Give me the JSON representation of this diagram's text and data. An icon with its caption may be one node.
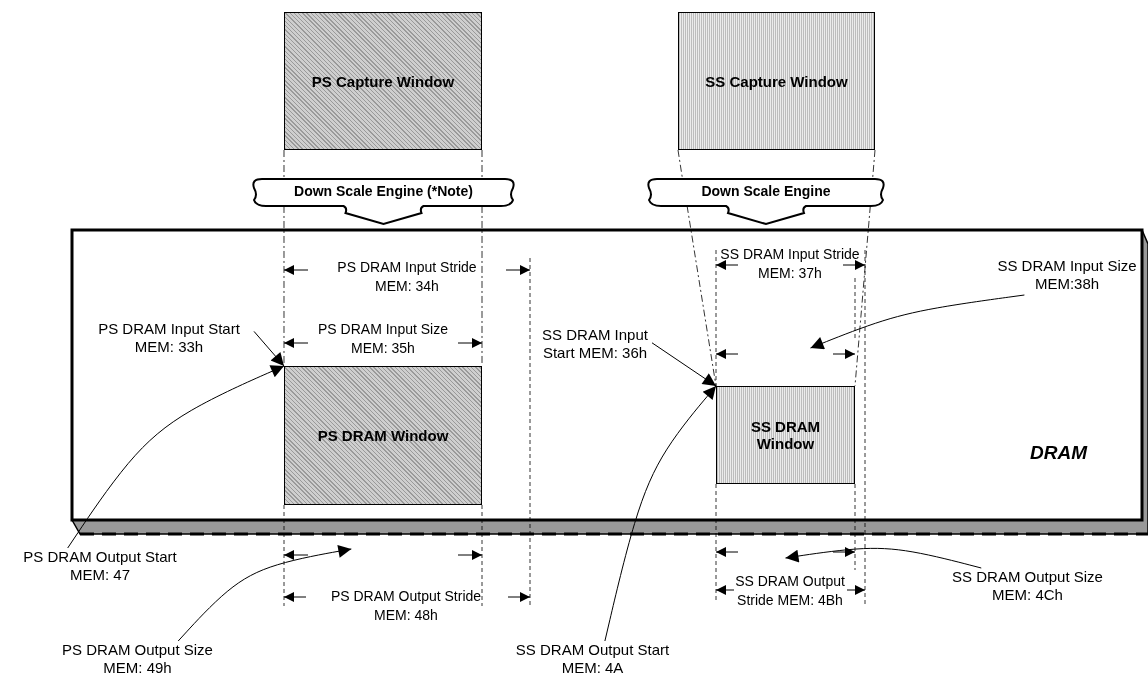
{
  "diagram": {
    "nodes": [
      {
        "text": [
          "PS Capture Window"
        ]
      },
      {
        "text": [
          "SS Capture Window"
        ]
      },
      {
        "text": [
          "Down Scale Engine (*Note)"
        ]
      },
      {
        "text": [
          "Down Scale Engine"
        ]
      },
      {
        "text": [
          "DRAM"
        ]
      },
      {
        "text": [
          "PS DRAM Window"
        ],
        "in": 4
      },
      {
        "text": [
          "SS DRAM Window"
        ],
        "in": 4
      },
      {
        "text": [
          "PS DRAM Input Start MEM: 33h"
        ],
        "in": 4
      },
      {
        "text": [
          "SS DRAM Input Start MEM: 36h"
        ],
        "in": 4
      },
      {
        "text": [
          "SS DRAM Input Size MEM:38h"
        ],
        "in": 4
      },
      {
        "text": [
          "PS DRAM Output Start MEM: 47"
        ]
      },
      {
        "text": [
          "PS DRAM Output Size MEM: 49h"
        ]
      },
      {
        "text": [
          "SS DRAM Output Start MEM: 4A"
        ]
      },
      {
        "text": [
          "SS DRAM Output Size MEM: 4Ch"
        ]
      },
      {
        "text": [],
        "shape": "line",
        "in": 4
      },
      {
        "text": [],
        "shape": "line"
      },
      {
        "text": [],
        "shape": "line"
      }
    ],
    "edges": [
      {
        "from": 7,
        "to": 5,
        "arrow": "to"
      },
      {
        "from": 8,
        "to": 6,
        "arrow": "to"
      },
      {
        "from": 9,
        "to": 14,
        "arrow": "to"
      },
      {
        "from": 10,
        "to": 5,
        "arrow": "to"
      },
      {
        "from": 11,
        "to": 15,
        "arrow": "to"
      },
      {
        "from": 12,
        "to": 6,
        "arrow": "to"
      },
      {
        "from": 13,
        "to": 16,
        "arrow": "to"
      },
      {
        "from": 0,
        "to": 2,
        "arrow": "none",
        "style": "dashed"
      },
      {
        "from": 2,
        "to": 5,
        "arrow": "none",
        "style": "dashed"
      },
      {
        "from": 0,
        "to": 2,
        "arrow": "none",
        "style": "dashed"
      },
      {
        "from": 2,
        "to": 5,
        "arrow": "none",
        "style": "dashed"
      },
      {
        "from": 1,
        "to": 3,
        "arrow": "none",
        "style": "dashed"
      },
      {
        "from": 3,
        "to": 6,
        "arrow": "none",
        "style": "dashed"
      },
      {
        "from": 1,
        "to": 3,
        "arrow": "none",
        "style": "dashed"
      },
      {
        "from": 3,
        "to": 6,
        "arrow": "none",
        "style": "dashed"
      }
    ],
    "labels": [
      "PS DRAM Input Stride MEM: 34h",
      "SS DRAM Input Stride MEM: 37h",
      "PS DRAM Input Size MEM: 35h",
      "PS DRAM Output Stride MEM: 48h",
      "SS DRAM Output Stride MEM: 4Bh"
    ]
  }
}
